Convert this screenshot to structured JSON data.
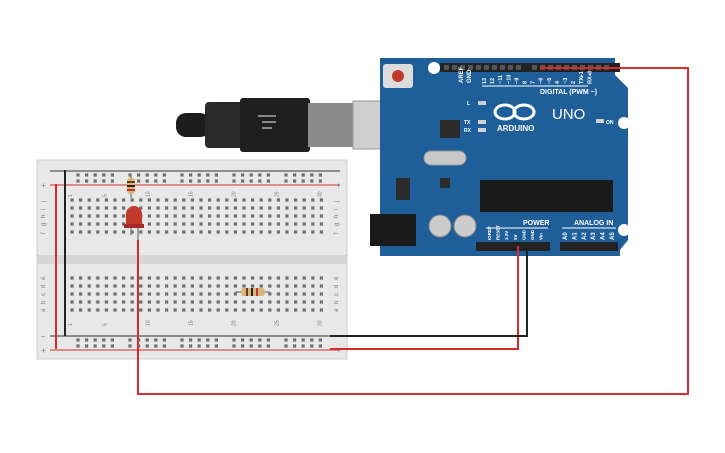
{
  "board": {
    "brand_text": "ARDUINO",
    "model_text": "UNO",
    "digital_header": "DIGITAL (PWM ~)",
    "power_header": "POWER",
    "analog_header": "ANALOG IN",
    "led_l": "L",
    "led_tx": "TX",
    "led_rx": "RX",
    "led_on": "ON",
    "aref": "AREF",
    "gnd": "GND",
    "digital_pins": [
      "13",
      "12",
      "~11",
      "~10",
      "~9",
      "8",
      "7",
      "~6",
      "~5",
      "4",
      "~3",
      "2",
      "TX▸1",
      "RX◂0"
    ],
    "power_pins": [
      "IOREF",
      "RESET",
      "3.3V",
      "5V",
      "GND",
      "GND",
      "Vin"
    ],
    "analog_pins": [
      "A0",
      "A1",
      "A2",
      "A3",
      "A4",
      "A5"
    ]
  },
  "breadboard": {
    "row_letters_top": [
      "j",
      "i",
      "h",
      "g",
      "f"
    ],
    "row_letters_bottom": [
      "e",
      "d",
      "c",
      "b",
      "a"
    ],
    "column_numbers": [
      "1",
      "5",
      "10",
      "15",
      "20",
      "25",
      "30"
    ],
    "rail_plus": "+",
    "rail_minus": "−"
  },
  "colors": {
    "board_blue": "#1f5f99",
    "wire_red": "#d92b2b",
    "wire_black": "#222222",
    "breadboard": "#e8e8e8"
  }
}
